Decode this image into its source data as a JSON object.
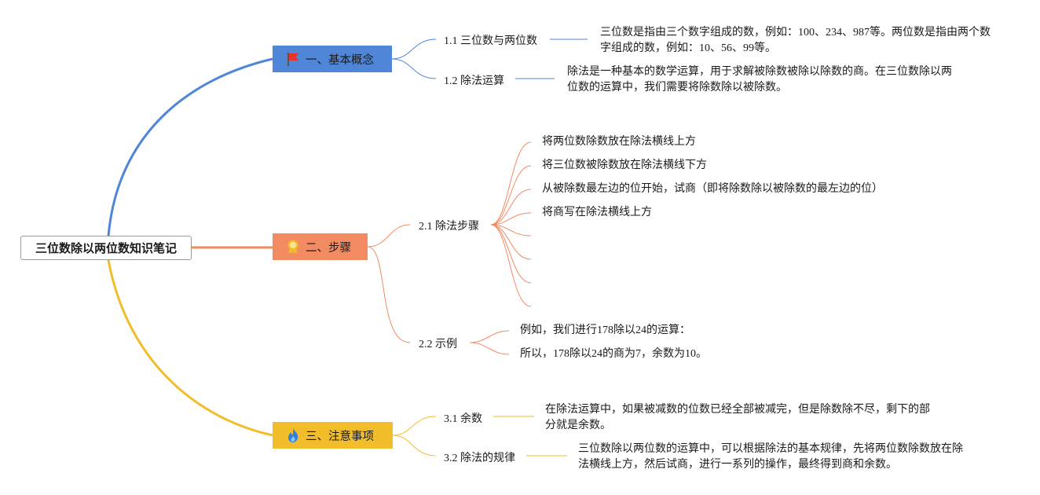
{
  "root": {
    "title": "三位数除以两位数知识笔记"
  },
  "colors": {
    "blue": "#4f86d8",
    "orange": "#f28a62",
    "yellow": "#f2bd2b"
  },
  "branches": [
    {
      "label": "一、基本概念",
      "icon": "red-flag-icon",
      "subs": [
        {
          "label": "1.1 三位数与两位数",
          "note": [
            "三位数是指由三个数字组成的数，例如：100、234、987等。两位数是指由两个数",
            "字组成的数，例如：10、56、99等。"
          ]
        },
        {
          "label": "1.2 除法运算",
          "note": [
            "除法是一种基本的数学运算，用于求解被除数被除以除数的商。在三位数除以两",
            "位数的运算中，我们需要将除数除以被除数。"
          ]
        }
      ]
    },
    {
      "label": "二、步骤",
      "icon": "award-ribbon-icon",
      "subs": [
        {
          "label": "2.1 除法步骤",
          "steps": [
            "将两位数除数放在除法横线上方",
            "将三位数被除数放在除法横线下方",
            "从被除数最左边的位开始，试商（即将除数除以被除数的最左边的位）",
            "将商写在除法横线上方",
            "",
            "",
            "",
            ""
          ]
        },
        {
          "label": "2.2 示例",
          "steps": [
            "例如，我们进行178除以24的运算：",
            "所以，178除以24的商为7，余数为10。"
          ]
        }
      ]
    },
    {
      "label": "三、注意事项",
      "icon": "flame-icon",
      "subs": [
        {
          "label": "3.1 余数",
          "note": [
            "在除法运算中，如果被减数的位数已经全部被减完，但是除数除不尽，剩下的部",
            "分就是余数。"
          ]
        },
        {
          "label": "3.2 除法的规律",
          "note": [
            "三位数除以两位数的运算中，可以根据除法的基本规律，先将两位数除数放在除",
            "法横线上方，然后试商，进行一系列的操作，最终得到商和余数。"
          ]
        }
      ]
    }
  ]
}
